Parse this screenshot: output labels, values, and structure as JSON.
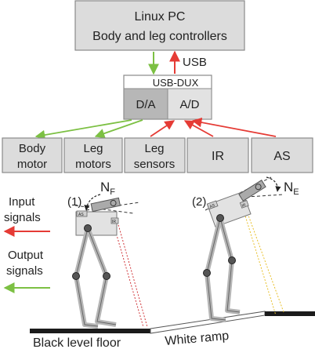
{
  "pc": {
    "line1": "Linux PC",
    "line2": "Body and leg controllers"
  },
  "bus_label": "USB",
  "usb_dux": {
    "title": "USB-DUX",
    "da": "D/A",
    "ad": "A/D"
  },
  "modules": [
    {
      "line1": "Body",
      "line2": "motor"
    },
    {
      "line1": "Leg",
      "line2": "motors"
    },
    {
      "line1": "Leg",
      "line2": "sensors"
    },
    {
      "line1": "IR",
      "line2": ""
    },
    {
      "line1": "AS",
      "line2": ""
    }
  ],
  "legend": {
    "input": {
      "line1": "Input",
      "line2": "signals",
      "color": "#e53b35"
    },
    "output": {
      "line1": "Output",
      "line2": "signals",
      "color": "#7cc043"
    }
  },
  "robots": {
    "r1": {
      "label": "(1)",
      "torque": "N",
      "torque_sub": "F",
      "as_tag": "AS",
      "ir_tag": "IR"
    },
    "r2": {
      "label": "(2)",
      "torque": "N",
      "torque_sub": "E",
      "as_tag": "AS",
      "ir_tag": "IR"
    }
  },
  "ground": {
    "floor": "Black level floor",
    "ramp": "White ramp"
  },
  "colors": {
    "box_fill": "#dcdcdc",
    "box_stroke": "#8a8a8a",
    "da_fill": "#b7b7b7",
    "input_arrow": "#e53b35",
    "output_arrow": "#7cc043"
  }
}
